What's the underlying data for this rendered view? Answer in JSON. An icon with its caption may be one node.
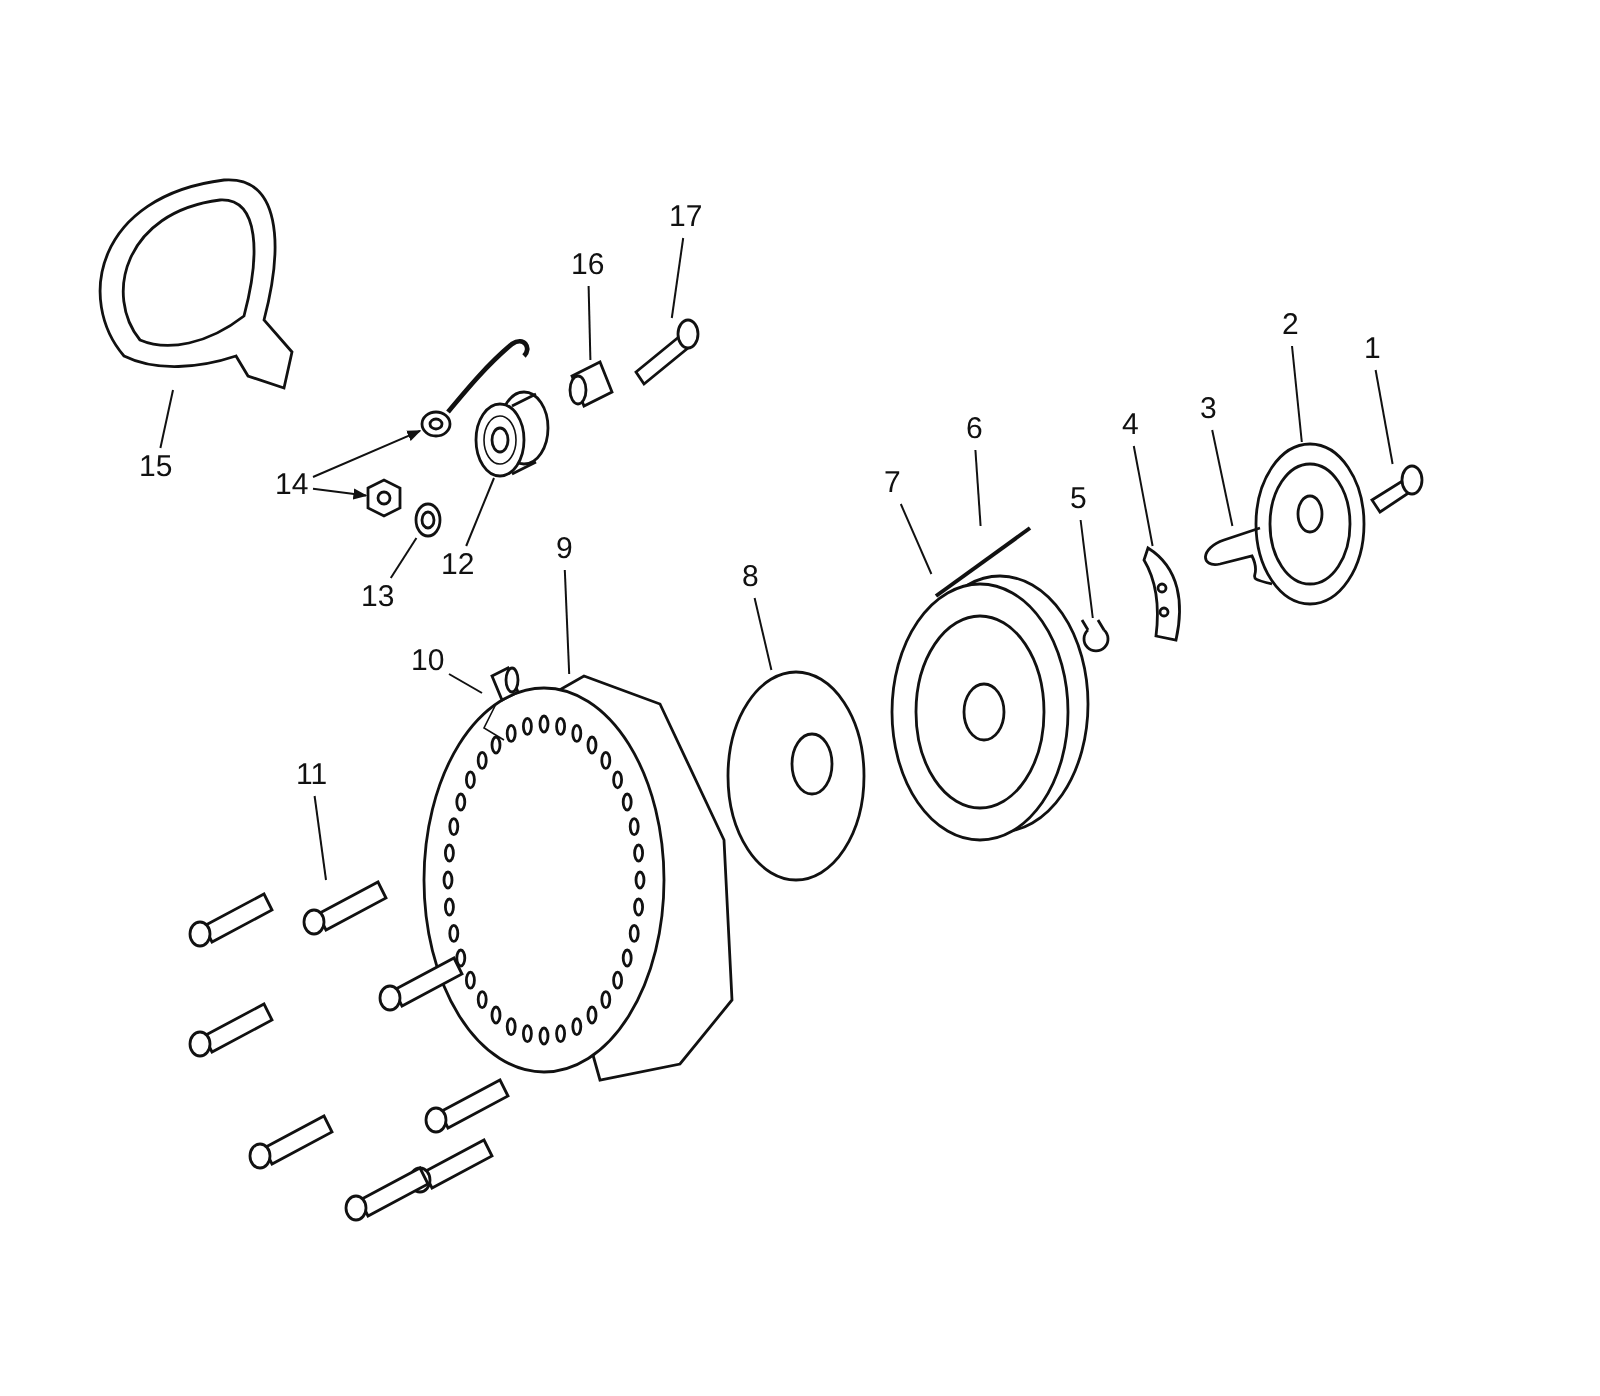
{
  "diagram": {
    "nodes": [
      {
        "text": [
          "17"
        ]
      },
      {
        "text": [
          "16"
        ]
      },
      {
        "text": [
          "2"
        ]
      },
      {
        "text": [
          "1"
        ]
      },
      {
        "text": [
          "15"
        ]
      },
      {
        "text": [
          "14"
        ]
      },
      {
        "text": [
          "6"
        ]
      },
      {
        "text": [
          "7"
        ]
      },
      {
        "text": [
          "4"
        ]
      },
      {
        "text": [
          "3"
        ]
      },
      {
        "text": [
          "13"
        ]
      },
      {
        "text": [
          "12"
        ]
      },
      {
        "text": [
          "5"
        ]
      },
      {
        "text": [
          "9"
        ]
      },
      {
        "text": [
          "8"
        ]
      },
      {
        "text": [
          "10"
        ]
      },
      {
        "text": [
          "11"
        ]
      },
      {
        "text": [],
        "shape": "picture"
      },
      {
        "text": [],
        "shape": "picture"
      },
      {
        "text": [],
        "shape": "picture"
      },
      {
        "text": [],
        "shape": "picture"
      },
      {
        "text": [],
        "shape": "picture"
      },
      {
        "text": [],
        "shape": "picture"
      },
      {
        "text": [],
        "shape": "picture"
      },
      {
        "text": [],
        "shape": "picture"
      },
      {
        "text": [],
        "shape": "picture"
      },
      {
        "text": [],
        "shape": "picture"
      },
      {
        "text": [],
        "shape": "picture"
      },
      {
        "text": [],
        "shape": "picture"
      },
      {
        "text": [],
        "shape": "picture"
      },
      {
        "text": [],
        "shape": "picture"
      },
      {
        "text": [],
        "shape": "picture"
      },
      {
        "text": [],
        "shape": "picture"
      },
      {
        "text": [],
        "shape": "picture"
      },
      {
        "text": [],
        "shape": "picture"
      }
    ],
    "edges": [
      {
        "from": 0,
        "to": 17,
        "arrow": "none"
      },
      {
        "from": 1,
        "to": 18,
        "arrow": "none"
      },
      {
        "from": 2,
        "to": 19,
        "arrow": "none"
      },
      {
        "from": 3,
        "to": 20,
        "arrow": "none"
      },
      {
        "from": 4,
        "to": 21,
        "arrow": "none"
      },
      {
        "from": 5,
        "to": 22,
        "arrow": "to"
      },
      {
        "from": 5,
        "to": 23,
        "arrow": "to"
      },
      {
        "from": 6,
        "to": 24,
        "arrow": "none"
      },
      {
        "from": 7,
        "to": 25,
        "arrow": "none"
      },
      {
        "from": 8,
        "to": 26,
        "arrow": "none"
      },
      {
        "from": 9,
        "to": 27,
        "arrow": "none"
      },
      {
        "from": 10,
        "to": 28,
        "arrow": "none"
      },
      {
        "from": 11,
        "to": 29,
        "arrow": "none"
      },
      {
        "from": 12,
        "to": 30,
        "arrow": "none"
      },
      {
        "from": 13,
        "to": 31,
        "arrow": "none"
      },
      {
        "from": 14,
        "to": 32,
        "arrow": "none"
      },
      {
        "from": 15,
        "to": 33,
        "arrow": "none"
      },
      {
        "from": 16,
        "to": 34,
        "arrow": "none"
      }
    ]
  }
}
